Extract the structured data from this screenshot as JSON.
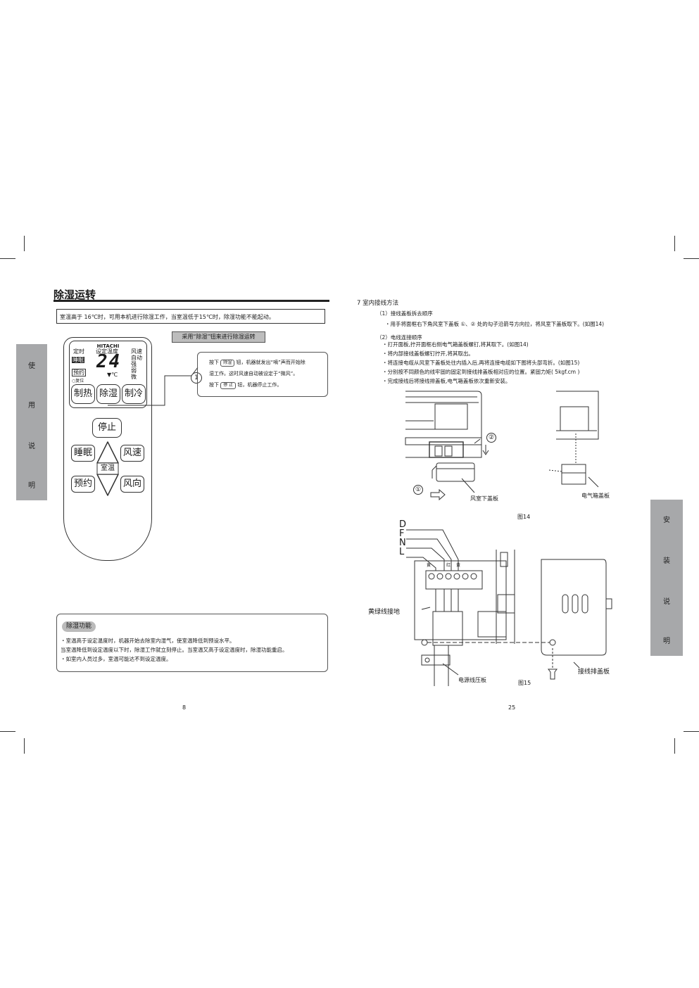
{
  "left_page": {
    "title": "除湿运转",
    "note": "室温高于 16℃时，可用本机进行除湿工作，当室温低于15℃时，除湿功能不能起动。",
    "button_label": "采用“除湿”钮来进行除湿运转",
    "callout_number": "1",
    "callout": {
      "line1_a": "按下",
      "line1_key": "除湿",
      "line1_b": "钮，机器就发出“嘀”声而开始除",
      "line2": "湿工作。这时风速自动被设定于“微风”。",
      "line3_a": "按下",
      "line3_key": "停 止",
      "line3_b": "钮，机器停止工作。"
    },
    "remote": {
      "brand": "HITACHI",
      "timer": "定时",
      "set_temp": "设定温度",
      "fan_speed": "风速",
      "sleep_tag": "睡眠",
      "reserve_tag": "预约",
      "reset": "○复位",
      "display_value": "24",
      "unit": "▼℃",
      "fan_options": [
        "自动",
        "强",
        "弱",
        "微"
      ],
      "mode_buttons": [
        "制热",
        "除湿",
        "制冷"
      ],
      "stop": "停止",
      "sleep": "睡眠",
      "fan": "风速",
      "room_temp": "室温",
      "reserve": "预约",
      "direction": "风向"
    },
    "side_tab": [
      "使",
      "用",
      "说",
      "明"
    ],
    "function_title": "除湿功能",
    "function_lines": [
      "・室温高于设定温度时，机器开始去除室内湿气，使室温降低到预设水平。",
      "  当室温降低到设定温度以下时，除湿工作就立刻停止。当室温又高于设定温度时，除湿功能重启。",
      "・如室内人员过多，室温可能达不到设定温度。"
    ],
    "page_number": "8"
  },
  "right_page": {
    "section": "7  室内接线方法",
    "sub1_title": "（1）接线盖板拆去顺序",
    "sub1_line": "・用手将面框右下角风室下盖板 ①、② 处的勾子沿箭号方向拉，将风室下盖板取下。(如图14)",
    "sub2_title": "（2）电线连接顺序",
    "sub2_lines": [
      "・打开面板,拧开面框右侧电气箱盖板螺钉,将其取下。(如图14)",
      "・将内部接线盖板螺钉拧开,将其取出。",
      "・将连接电缆从风室下盖板处往内插入后,再将连接电缆如下图将头部弯折。(如图15)",
      "・分别按不同颜色的线牢固的固定到接线排盖板相对应的位置。紧固力矩( 5kgf.cm )",
      "・完成接线后将接线排盖板,电气箱盖板依次重新安装。"
    ],
    "fig14": {
      "mark1": "①",
      "mark2": "②",
      "label_lower_cover": "风室下盖板",
      "label_box_cover": "电气箱盖板",
      "caption": "图14"
    },
    "fig15": {
      "wires": [
        "D",
        "F",
        "N",
        "L"
      ],
      "terminal_tags": [
        "黄",
        "红",
        "黄"
      ],
      "label_ground": "黄绿线接地",
      "label_clamp": "电源线压板",
      "label_cover": "接线排盖板",
      "caption": "图15"
    },
    "side_tab": [
      "安",
      "装",
      "说",
      "明"
    ],
    "page_number": "25"
  }
}
